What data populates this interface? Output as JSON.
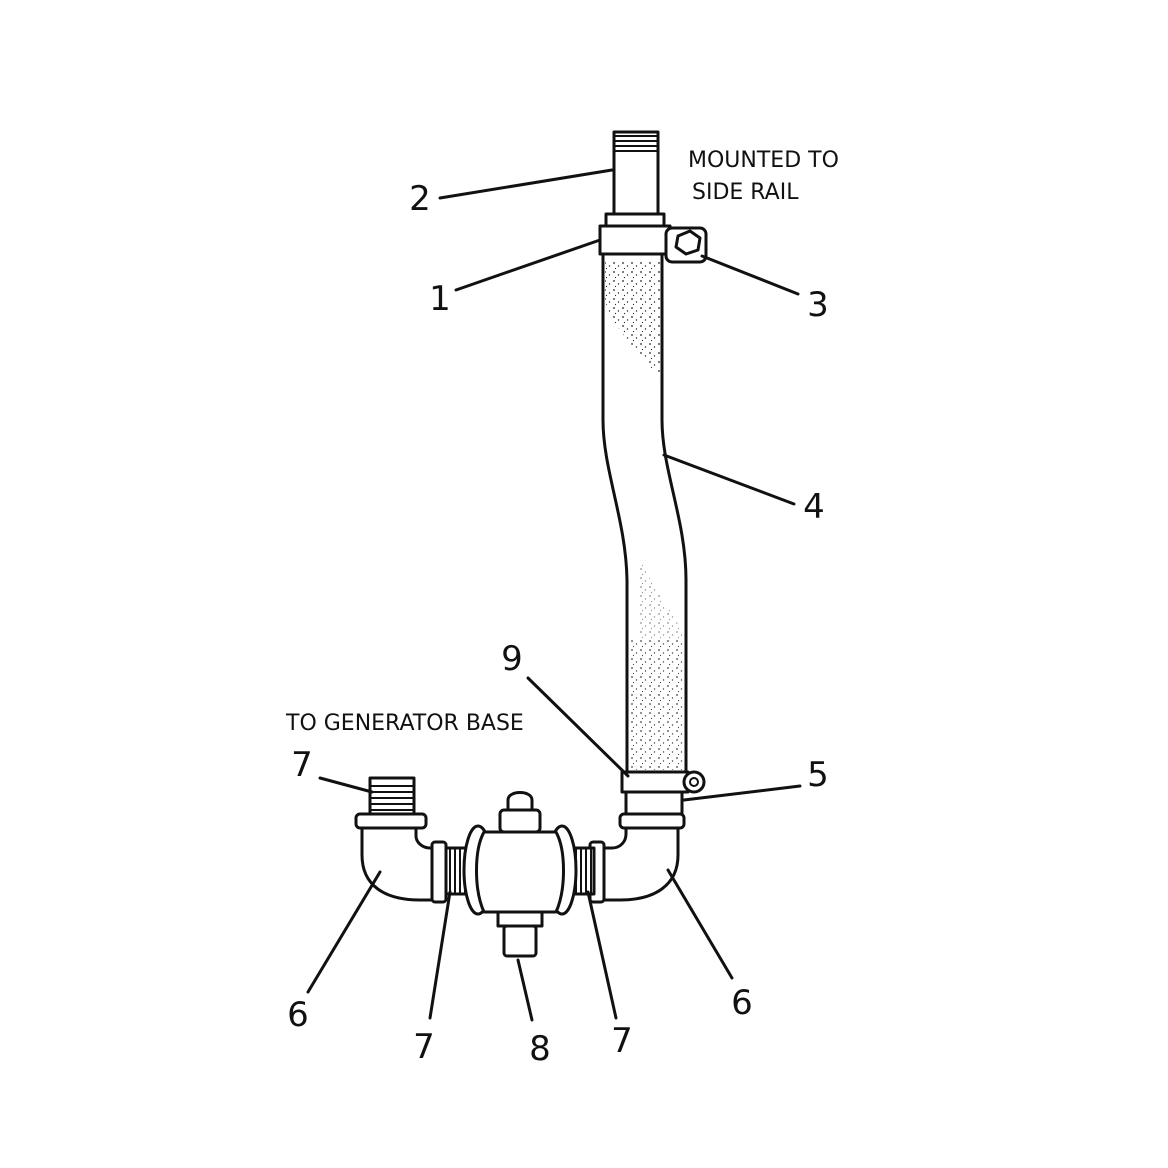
{
  "notes": {
    "top_right": [
      "MOUNTED TO",
      "SIDE RAIL"
    ],
    "left": "TO GENERATOR BASE"
  },
  "callouts": {
    "c1": "1",
    "c2": "2",
    "c3": "3",
    "c4": "4",
    "c5": "5",
    "c6_left": "6",
    "c6_right": "6",
    "c7_top": "7",
    "c7_left": "7",
    "c7_right": "7",
    "c8": "8",
    "c9": "9"
  },
  "colors": {
    "ink": "#111111",
    "paper": "#ffffff"
  }
}
